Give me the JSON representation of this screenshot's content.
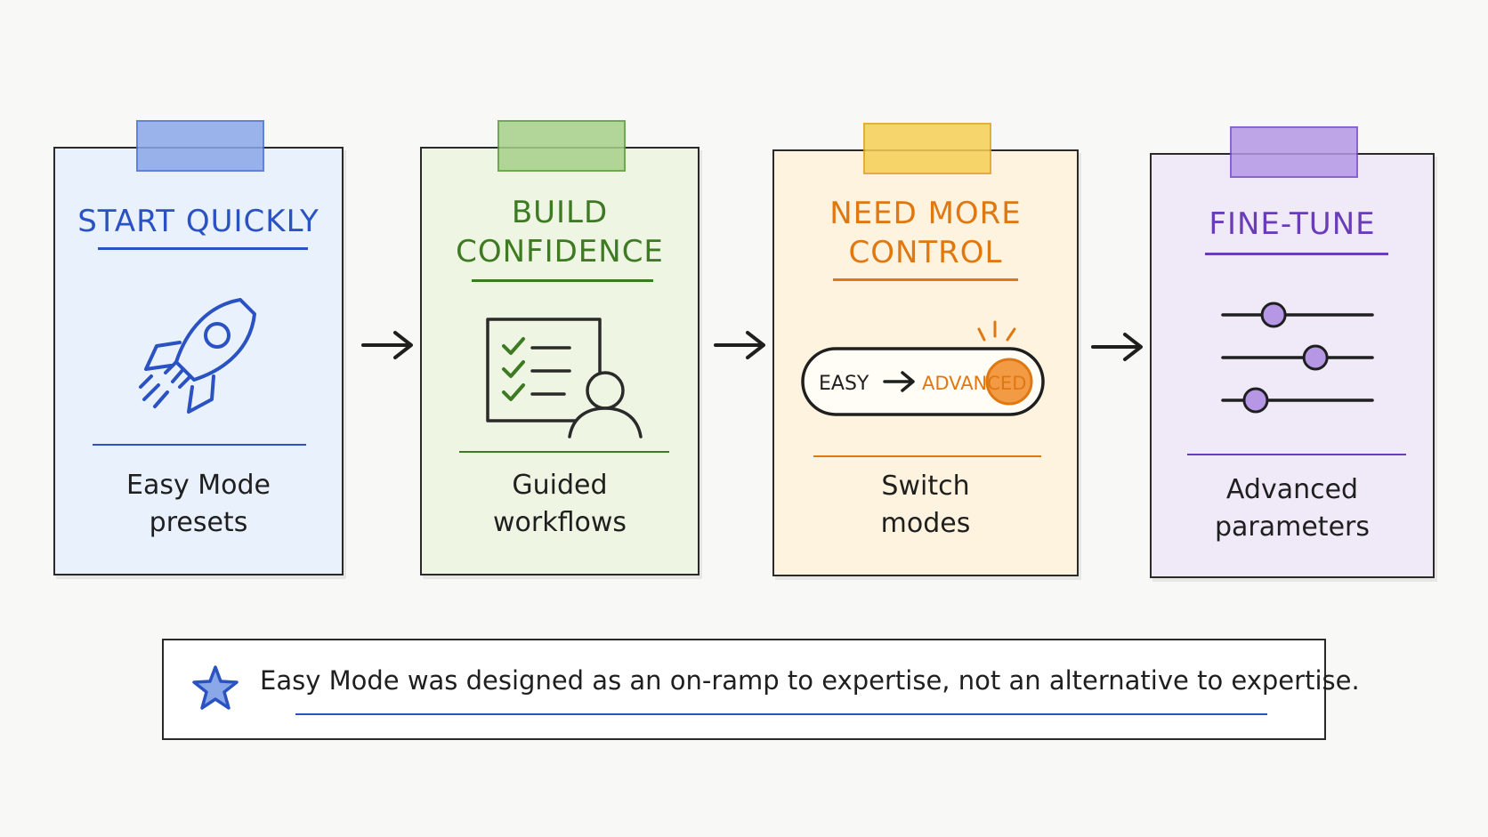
{
  "colors": {
    "blue": "#2a52c2",
    "green": "#3d7a22",
    "orange": "#e07812",
    "purple": "#6a3cb8"
  },
  "cards": [
    {
      "title": "START QUICKLY",
      "caption_line1": "Easy Mode",
      "caption_line2": "presets",
      "icon": "rocket-icon"
    },
    {
      "title_line1": "BUILD",
      "title_line2": "CONFIDENCE",
      "caption_line1": "Guided",
      "caption_line2": "workflows",
      "icon": "checklist-user-icon"
    },
    {
      "title_line1": "NEED MORE",
      "title_line2": "CONTROL",
      "caption_line1": "Switch",
      "caption_line2": "modes",
      "icon": "mode-toggle-icon",
      "toggle_left": "EASY",
      "toggle_right": "ADVANCED"
    },
    {
      "title": "FINE-TUNE",
      "caption_line1": "Advanced",
      "caption_line2": "parameters",
      "icon": "sliders-icon",
      "slider_levels": [
        0.34,
        0.62,
        0.22
      ]
    }
  ],
  "note": {
    "text": "Easy Mode was designed as an on-ramp to expertise, not an alternative to expertise.",
    "icon": "star-icon"
  }
}
